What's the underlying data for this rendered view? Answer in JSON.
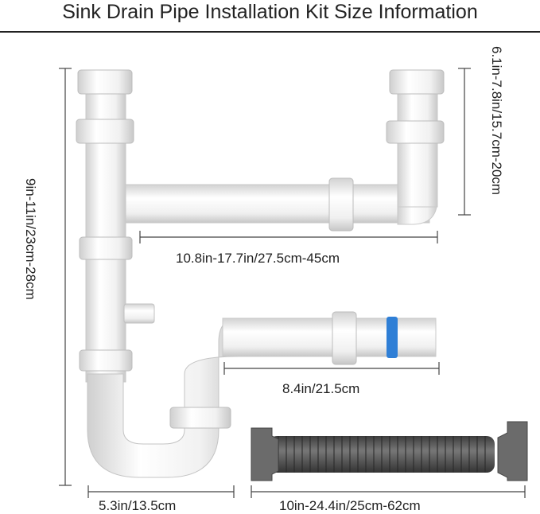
{
  "header": {
    "title": "Sink Drain Pipe Installation Kit Size Information"
  },
  "dimensions": {
    "height_left": "9in-11in/23cm-28cm",
    "height_right": "6.1in-7.8in/15.7cm-20cm",
    "top_span": "10.8in-17.7in/27.5cm-45cm",
    "outlet_span": "8.4in/21.5cm",
    "trap_width": "5.3in/13.5cm",
    "flex_hose": "10in-24.4in/25cm-62cm"
  },
  "colors": {
    "pipe": "#f4f4f4",
    "pipe_shade": "#d9d9d9",
    "hose": "#5c5c5c",
    "ring": "#2f7fd6"
  }
}
